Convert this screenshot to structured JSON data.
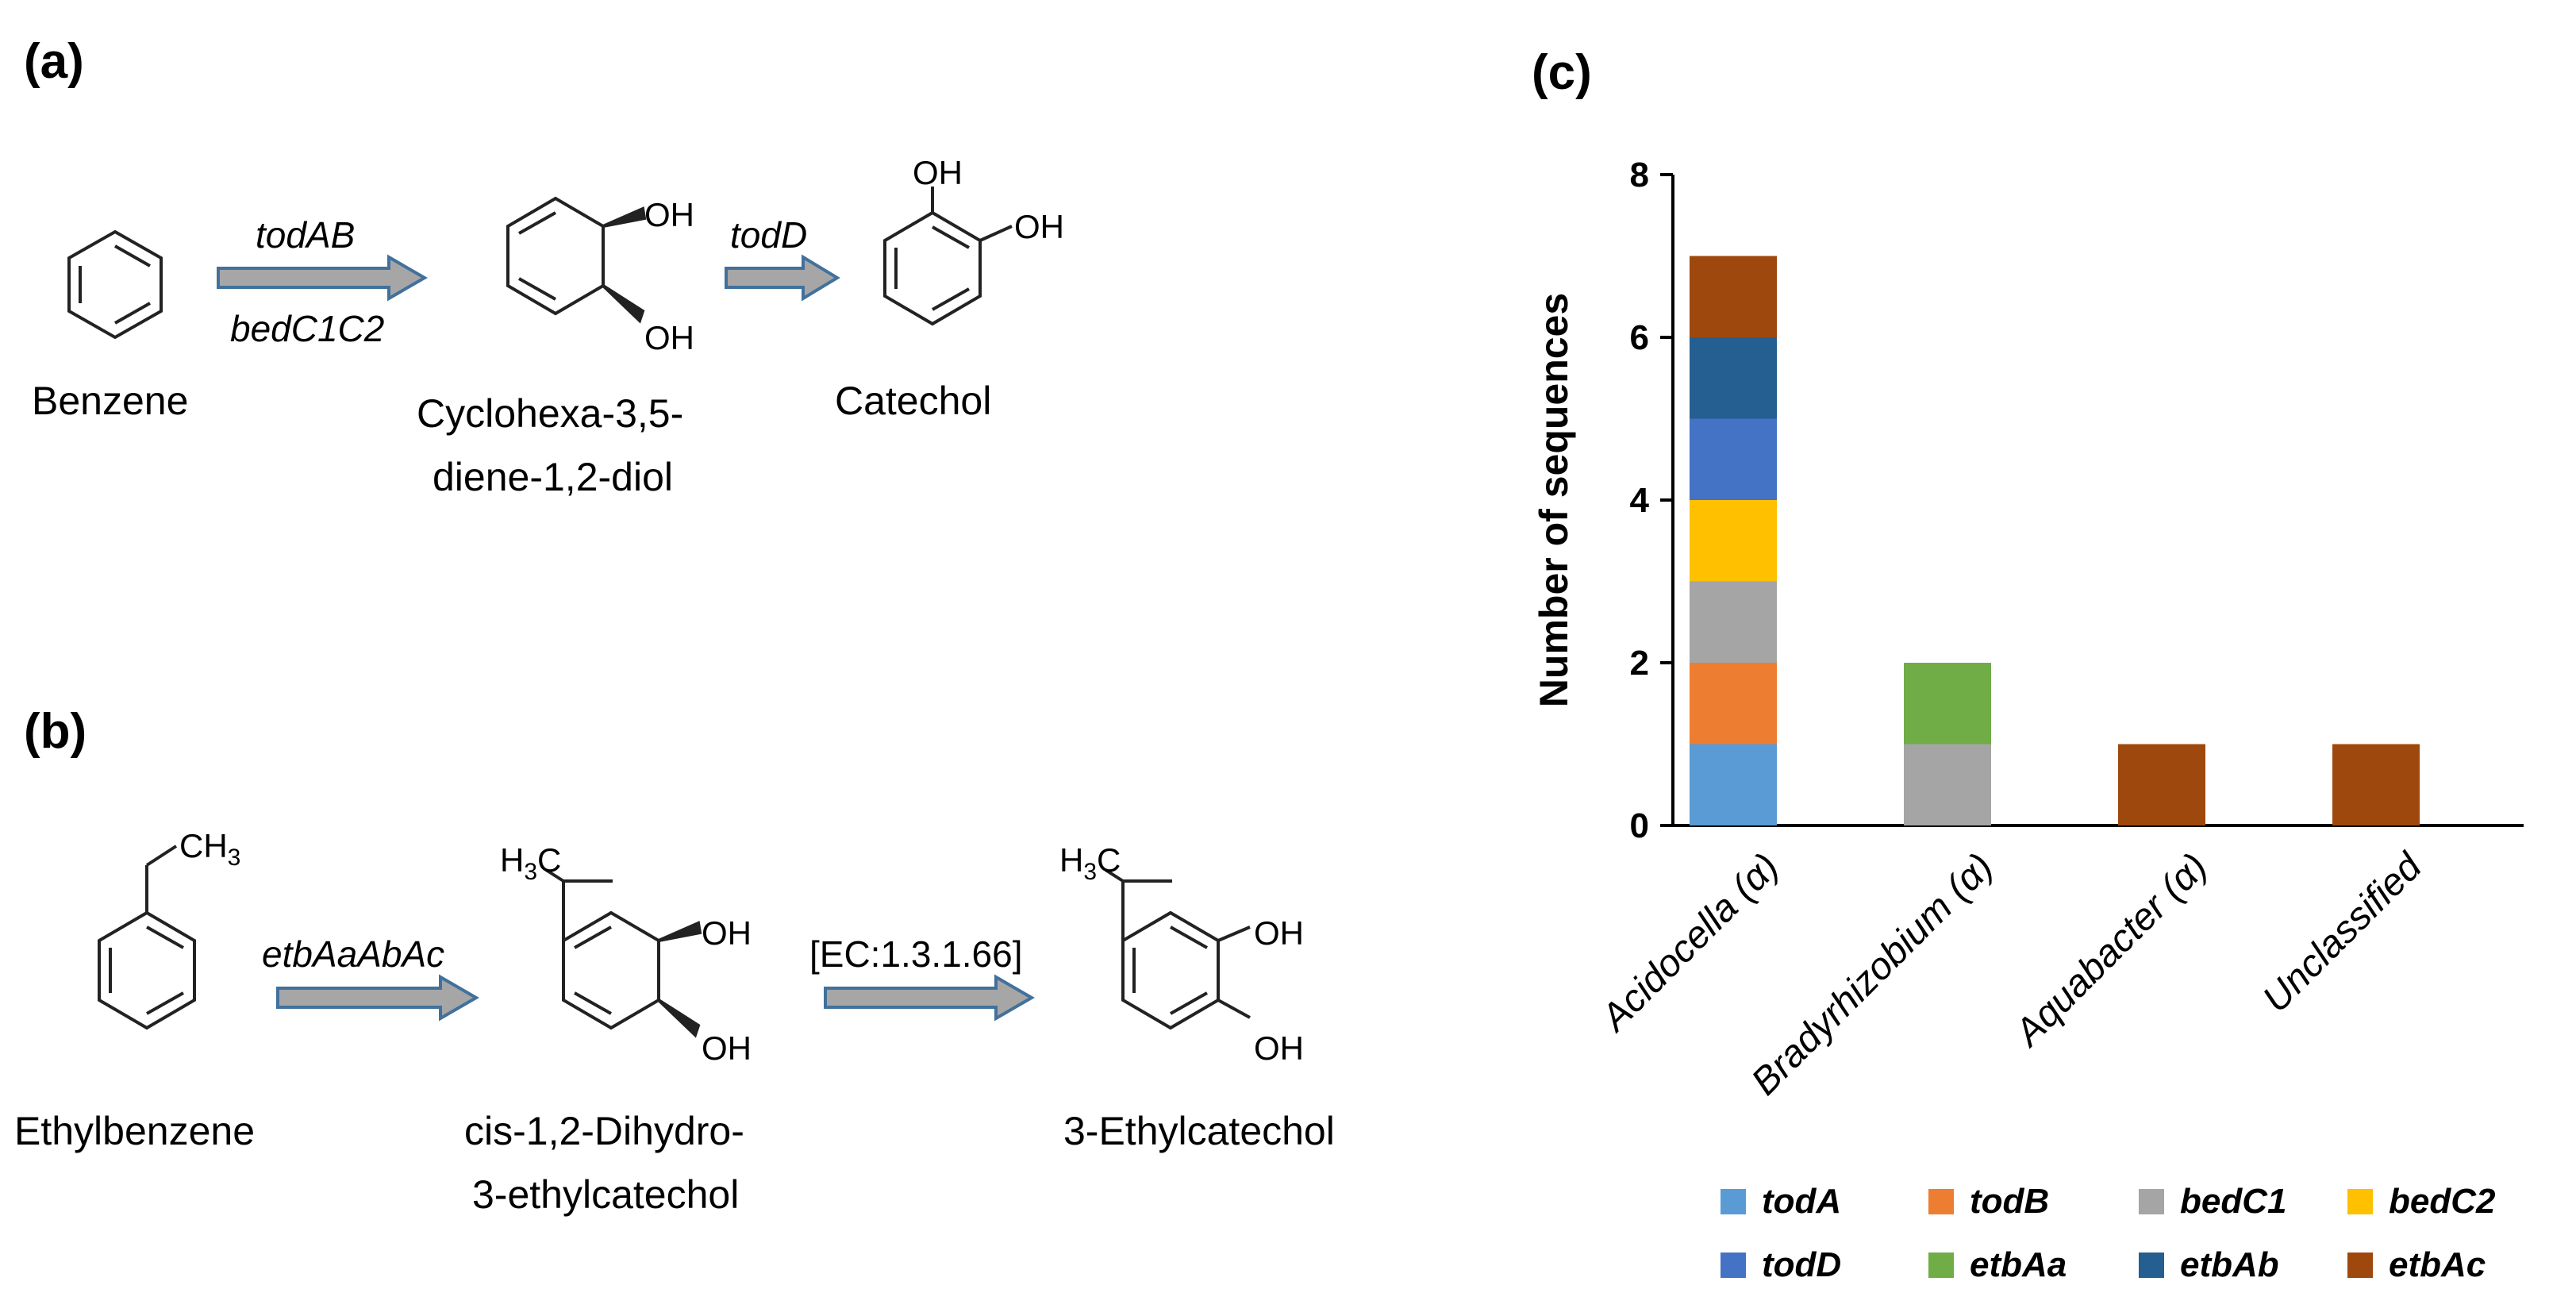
{
  "panels": {
    "a": {
      "label": "(a)",
      "compounds": [
        "Benzene",
        "Cyclohexa-3,5-",
        "diene-1,2-diol",
        "Catechol"
      ],
      "enzymes": [
        "todAB",
        "bedC1C2",
        "todD"
      ],
      "atoms": [
        "OH",
        "OH",
        "OH",
        "OH"
      ]
    },
    "b": {
      "label": "(b)",
      "compounds": [
        "Ethylbenzene",
        "cis-1,2-Dihydro-",
        "3-ethylcatechol",
        "3-Ethylcatechol"
      ],
      "enzymes": [
        "etbAaAbAc",
        "[EC:1.3.1.66]"
      ],
      "atoms": [
        "CH",
        "3",
        "H",
        "3",
        "C",
        "OH",
        "OH",
        "H",
        "3",
        "C",
        "OH",
        "OH"
      ]
    },
    "c": {
      "label": "(c)"
    }
  },
  "colors": {
    "todA": "#5B9BD5",
    "todB": "#ED7D31",
    "bedC1": "#A5A5A5",
    "bedC2": "#FFC000",
    "todD": "#4472C4",
    "etbAa": "#70AD47",
    "etbAb": "#255E91",
    "etbAc": "#9E480E",
    "arrow_fill": "#A6A6A6",
    "arrow_stroke": "#41719C"
  },
  "chart_data": {
    "type": "bar",
    "stacked": true,
    "categories": [
      "Acidocella (α)",
      "Bradyrhizobium (α)",
      "Aquabacter (α)",
      "Unclassified"
    ],
    "ylabel": "Number of sequences",
    "xlabel": "",
    "ylim": [
      0,
      8
    ],
    "yticks": [
      "0",
      "2",
      "4",
      "6",
      "8"
    ],
    "grid": false,
    "legend_position": "bottom",
    "series": [
      {
        "name": "todA",
        "values": [
          1,
          0,
          0,
          0
        ]
      },
      {
        "name": "todB",
        "values": [
          1,
          0,
          0,
          0
        ]
      },
      {
        "name": "bedC1",
        "values": [
          1,
          1,
          0,
          0
        ]
      },
      {
        "name": "bedC2",
        "values": [
          1,
          0,
          0,
          0
        ]
      },
      {
        "name": "todD",
        "values": [
          1,
          0,
          0,
          0
        ]
      },
      {
        "name": "etbAa",
        "values": [
          0,
          1,
          0,
          0
        ]
      },
      {
        "name": "etbAb",
        "values": [
          1,
          0,
          0,
          0
        ]
      },
      {
        "name": "etbAc",
        "values": [
          1,
          0,
          1,
          1
        ]
      }
    ]
  }
}
